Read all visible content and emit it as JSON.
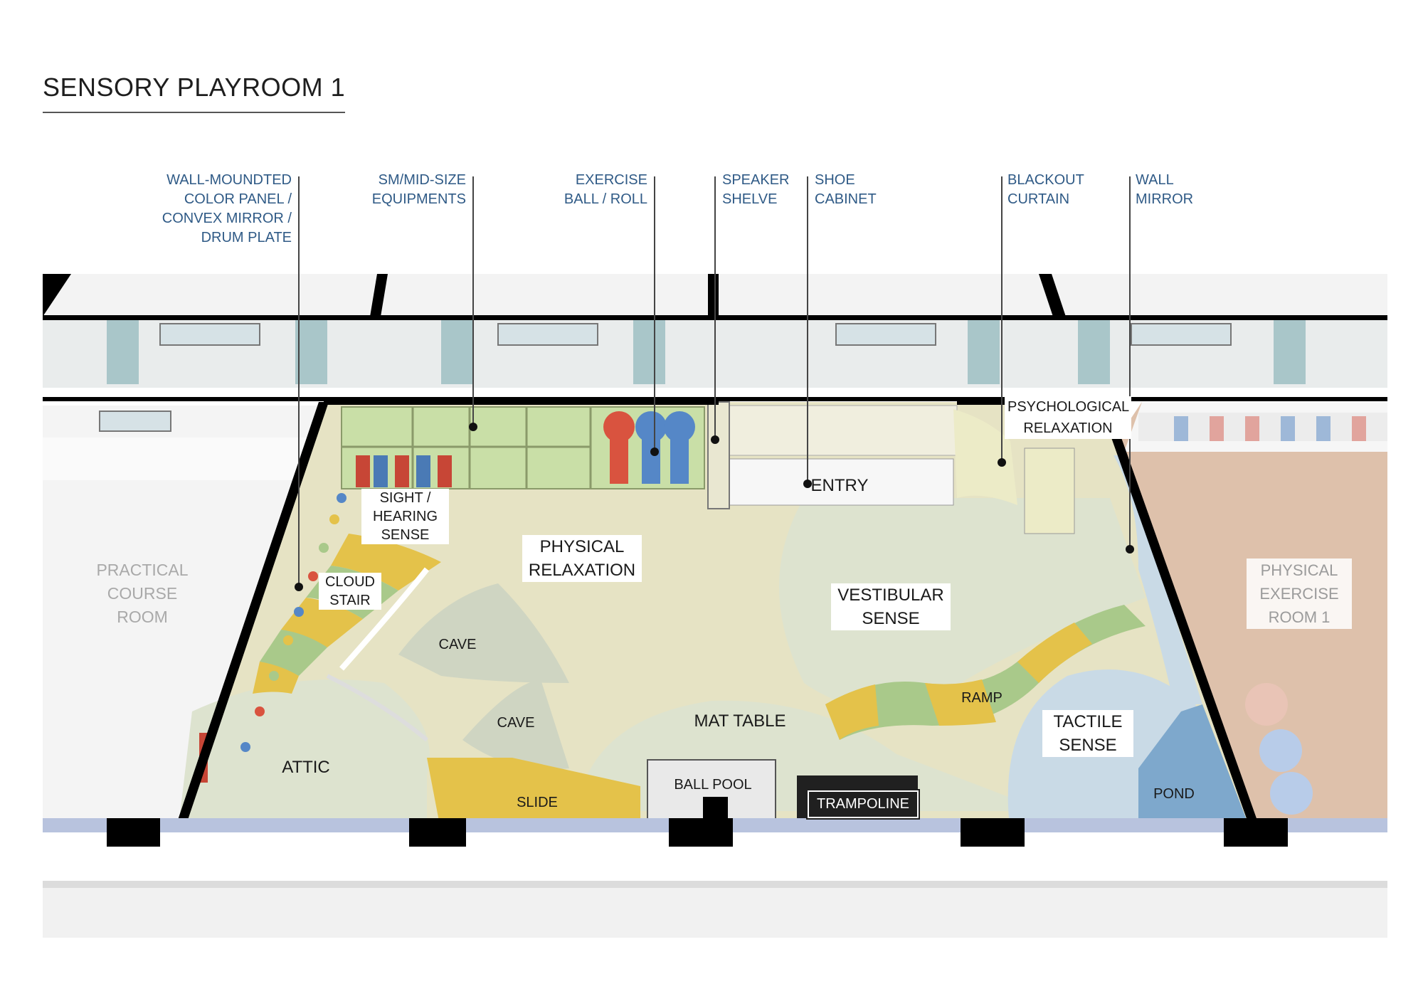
{
  "title": "SENSORY PLAYROOM 1",
  "callouts": {
    "wall_panel": [
      "WALL-MOUNDTED",
      "COLOR PANEL /",
      "CONVEX MIRROR /",
      "DRUM PLATE"
    ],
    "equipment": [
      "SM/MID-SIZE",
      "EQUIPMENTS"
    ],
    "exercise": [
      "EXERCISE",
      "BALL / ROLL"
    ],
    "speaker": [
      "SPEAKER",
      "SHELVE"
    ],
    "shoe": [
      "SHOE",
      "CABINET"
    ],
    "blackout": [
      "BLACKOUT",
      "CURTAIN"
    ],
    "mirror": [
      "WALL",
      "MIRROR"
    ]
  },
  "zones": {
    "practical_course": [
      "PRACTICAL",
      "COURSE",
      "ROOM"
    ],
    "physical_exercise": [
      "PHYSICAL",
      "EXERCISE",
      "ROOM 1"
    ],
    "sight_hearing": [
      "SIGHT /",
      "HEARING",
      "SENSE"
    ],
    "physical_relaxation": [
      "PHYSICAL",
      "RELAXATION"
    ],
    "entry": "ENTRY",
    "psychological": [
      "PSYCHOLOGICAL",
      "RELAXATION"
    ],
    "vestibular": [
      "VESTIBULAR",
      "SENSE"
    ],
    "cloud_stair": [
      "CLOUD",
      "STAIR"
    ],
    "cave_upper": "CAVE",
    "cave_lower": "CAVE",
    "attic": "ATTIC",
    "mat_table": "MAT TABLE",
    "ramp": "RAMP",
    "tactile": [
      "TACTILE",
      "SENSE"
    ],
    "ball_pool": "BALL POOL",
    "trampoline": "TRAMPOLINE",
    "slide": "SLIDE",
    "pond": "POND"
  },
  "colors": {
    "title_text": "#1e1e1e",
    "callout_text": "#2f5a86",
    "wall": "#000000",
    "floor_main": "#e6e3c4",
    "floor_green": "#dde3cf",
    "tactile_blue": "#c9dae6",
    "stair_yellow": "#e4c24a",
    "stair_green": "#a9c98a",
    "shelf_green": "#c9dfa7",
    "wood_floor": "#b77c57"
  }
}
